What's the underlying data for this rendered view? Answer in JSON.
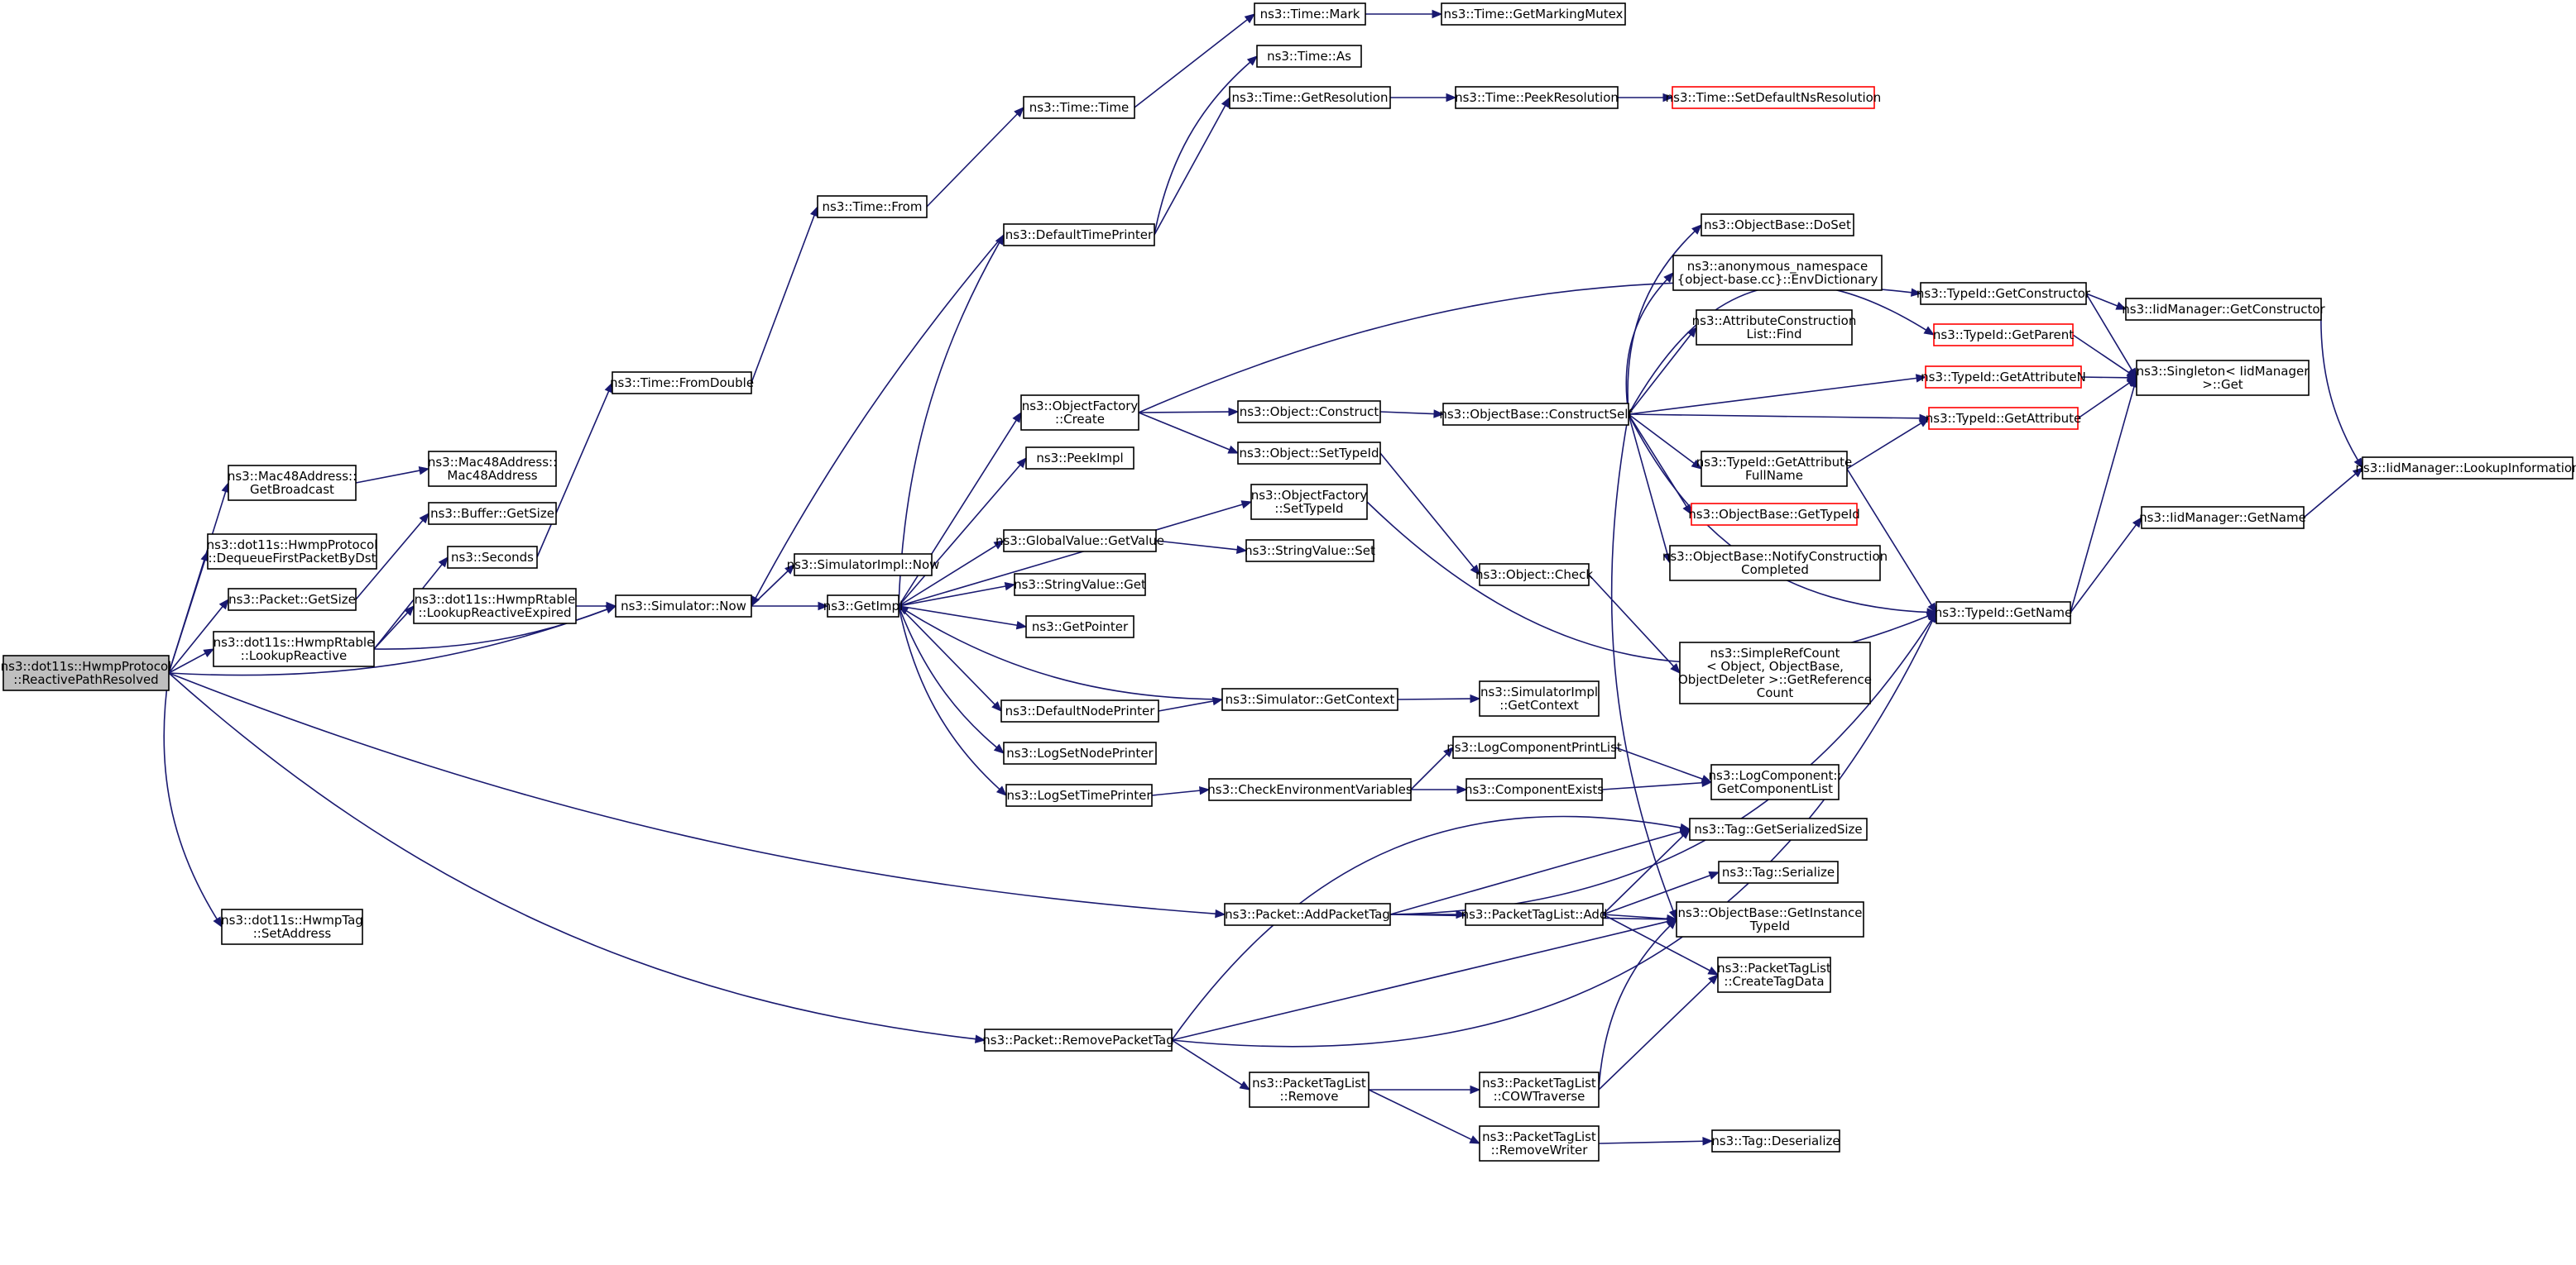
{
  "nodes": [
    {
      "id": "reactive_path_resolved",
      "lines": [
        "ns3::dot11s::HwmpProtocol",
        "::ReactivePathResolved"
      ],
      "root": true,
      "red": false
    },
    {
      "id": "mac48_get_broadcast",
      "lines": [
        "ns3::Mac48Address::",
        "GetBroadcast"
      ],
      "red": false
    },
    {
      "id": "mac48_address",
      "lines": [
        "ns3::Mac48Address::",
        "Mac48Address"
      ],
      "red": false
    },
    {
      "id": "dequeue_first_packet",
      "lines": [
        "ns3::dot11s::HwmpProtocol",
        "::DequeueFirstPacketByDst"
      ],
      "red": false
    },
    {
      "id": "buffer_get_size",
      "lines": [
        "ns3::Buffer::GetSize"
      ],
      "red": false
    },
    {
      "id": "packet_get_size",
      "lines": [
        "ns3::Packet::GetSize"
      ],
      "red": false
    },
    {
      "id": "seconds",
      "lines": [
        "ns3::Seconds"
      ],
      "red": false
    },
    {
      "id": "lookup_reactive",
      "lines": [
        "ns3::dot11s::HwmpRtable",
        "::LookupReactive"
      ],
      "red": false
    },
    {
      "id": "lookup_reactive_expired",
      "lines": [
        "ns3::dot11s::HwmpRtable",
        "::LookupReactiveExpired"
      ],
      "red": false
    },
    {
      "id": "hwmp_tag_set_address",
      "lines": [
        "ns3::dot11s::HwmpTag",
        "::SetAddress"
      ],
      "red": false
    },
    {
      "id": "time_from_double",
      "lines": [
        "ns3::Time::FromDouble"
      ],
      "red": false
    },
    {
      "id": "time_from",
      "lines": [
        "ns3::Time::From"
      ],
      "red": false
    },
    {
      "id": "time_time",
      "lines": [
        "ns3::Time::Time"
      ],
      "red": false
    },
    {
      "id": "time_mark",
      "lines": [
        "ns3::Time::Mark"
      ],
      "red": false
    },
    {
      "id": "time_get_marking_mutex",
      "lines": [
        "ns3::Time::GetMarkingMutex"
      ],
      "red": false
    },
    {
      "id": "time_as",
      "lines": [
        "ns3::Time::As"
      ],
      "red": false
    },
    {
      "id": "time_get_resolution",
      "lines": [
        "ns3::Time::GetResolution"
      ],
      "red": false
    },
    {
      "id": "time_peek_resolution",
      "lines": [
        "ns3::Time::PeekResolution"
      ],
      "red": false
    },
    {
      "id": "time_set_default_ns_resolution",
      "lines": [
        "ns3::Time::SetDefaultNsResolution"
      ],
      "red": true
    },
    {
      "id": "default_time_printer",
      "lines": [
        "ns3::DefaultTimePrinter"
      ],
      "red": false
    },
    {
      "id": "simulator_now",
      "lines": [
        "ns3::Simulator::Now"
      ],
      "red": false
    },
    {
      "id": "simulator_impl_now",
      "lines": [
        "ns3::SimulatorImpl::Now"
      ],
      "red": false
    },
    {
      "id": "get_impl",
      "lines": [
        "ns3::GetImpl"
      ],
      "red": false
    },
    {
      "id": "object_factory_create",
      "lines": [
        "ns3::ObjectFactory",
        "::Create"
      ],
      "red": false
    },
    {
      "id": "peek_impl",
      "lines": [
        "ns3::PeekImpl"
      ],
      "red": false
    },
    {
      "id": "global_value_get_value",
      "lines": [
        "ns3::GlobalValue::GetValue"
      ],
      "red": false
    },
    {
      "id": "string_value_get",
      "lines": [
        "ns3::StringValue::Get"
      ],
      "red": false
    },
    {
      "id": "get_pointer",
      "lines": [
        "ns3::GetPointer"
      ],
      "red": false
    },
    {
      "id": "default_node_printer",
      "lines": [
        "ns3::DefaultNodePrinter"
      ],
      "red": false
    },
    {
      "id": "log_set_node_printer",
      "lines": [
        "ns3::LogSetNodePrinter"
      ],
      "red": false
    },
    {
      "id": "log_set_time_printer",
      "lines": [
        "ns3::LogSetTimePrinter"
      ],
      "red": false
    },
    {
      "id": "object_construct",
      "lines": [
        "ns3::Object::Construct"
      ],
      "red": false
    },
    {
      "id": "object_set_type_id",
      "lines": [
        "ns3::Object::SetTypeId"
      ],
      "red": false
    },
    {
      "id": "object_factory_set_type_id",
      "lines": [
        "ns3::ObjectFactory",
        "::SetTypeId"
      ],
      "red": false
    },
    {
      "id": "string_value_set",
      "lines": [
        "ns3::StringValue::Set"
      ],
      "red": false
    },
    {
      "id": "simulator_get_context",
      "lines": [
        "ns3::Simulator::GetContext"
      ],
      "red": false
    },
    {
      "id": "check_environment_variables",
      "lines": [
        "ns3::CheckEnvironmentVariables"
      ],
      "red": false
    },
    {
      "id": "object_base_construct_self",
      "lines": [
        "ns3::ObjectBase::ConstructSelf"
      ],
      "red": false
    },
    {
      "id": "object_check",
      "lines": [
        "ns3::Object::Check"
      ],
      "red": false
    },
    {
      "id": "simulator_impl_get_context",
      "lines": [
        "ns3::SimulatorImpl",
        "::GetContext"
      ],
      "red": false
    },
    {
      "id": "log_component_print_list",
      "lines": [
        "ns3::LogComponentPrintList"
      ],
      "red": false
    },
    {
      "id": "component_exists",
      "lines": [
        "ns3::ComponentExists"
      ],
      "red": false
    },
    {
      "id": "object_base_do_set",
      "lines": [
        "ns3::ObjectBase::DoSet"
      ],
      "red": false
    },
    {
      "id": "env_dictionary",
      "lines": [
        "ns3::anonymous_namespace",
        "{object-base.cc}::EnvDictionary"
      ],
      "red": false
    },
    {
      "id": "attribute_construction_list_find",
      "lines": [
        "ns3::AttributeConstruction",
        "List::Find"
      ],
      "red": false
    },
    {
      "id": "type_id_get_attribute_full_name",
      "lines": [
        "ns3::TypeId::GetAttribute",
        "FullName"
      ],
      "red": false
    },
    {
      "id": "object_base_get_type_id",
      "lines": [
        "ns3::ObjectBase::GetTypeId"
      ],
      "red": true
    },
    {
      "id": "object_base_notify_construction_completed",
      "lines": [
        "ns3::ObjectBase::NotifyConstruction",
        "Completed"
      ],
      "red": false
    },
    {
      "id": "simple_ref_count_get_reference_count",
      "lines": [
        "ns3::SimpleRefCount",
        "< Object, ObjectBase,",
        "ObjectDeleter >::GetReference",
        "Count"
      ],
      "red": false
    },
    {
      "id": "log_component_get_component_list",
      "lines": [
        "ns3::LogComponent::",
        "GetComponentList"
      ],
      "red": false
    },
    {
      "id": "type_id_get_constructor",
      "lines": [
        "ns3::TypeId::GetConstructor"
      ],
      "red": false
    },
    {
      "id": "type_id_get_parent",
      "lines": [
        "ns3::TypeId::GetParent"
      ],
      "red": true
    },
    {
      "id": "type_id_get_attribute_n",
      "lines": [
        "ns3::TypeId::GetAttributeN"
      ],
      "red": true
    },
    {
      "id": "type_id_get_attribute",
      "lines": [
        "ns3::TypeId::GetAttribute"
      ],
      "red": true
    },
    {
      "id": "type_id_get_name",
      "lines": [
        "ns3::TypeId::GetName"
      ],
      "red": false
    },
    {
      "id": "iid_manager_get_constructor",
      "lines": [
        "ns3::IidManager::GetConstructor"
      ],
      "red": false
    },
    {
      "id": "singleton_iid_manager_get",
      "lines": [
        "ns3::Singleton< IidManager",
        ">::Get"
      ],
      "red": false
    },
    {
      "id": "iid_manager_get_name",
      "lines": [
        "ns3::IidManager::GetName"
      ],
      "red": false
    },
    {
      "id": "iid_manager_lookup_information",
      "lines": [
        "ns3::IidManager::LookupInformation"
      ],
      "red": false
    },
    {
      "id": "packet_add_packet_tag",
      "lines": [
        "ns3::Packet::AddPacketTag"
      ],
      "red": false
    },
    {
      "id": "packet_tag_list_add",
      "lines": [
        "ns3::PacketTagList::Add"
      ],
      "red": false
    },
    {
      "id": "tag_get_serialized_size",
      "lines": [
        "ns3::Tag::GetSerializedSize"
      ],
      "red": false
    },
    {
      "id": "tag_serialize",
      "lines": [
        "ns3::Tag::Serialize"
      ],
      "red": false
    },
    {
      "id": "object_base_get_instance_type_id",
      "lines": [
        "ns3::ObjectBase::GetInstance",
        "TypeId"
      ],
      "red": false
    },
    {
      "id": "packet_tag_list_create_tag_data",
      "lines": [
        "ns3::PacketTagList",
        "::CreateTagData"
      ],
      "red": false
    },
    {
      "id": "packet_remove_packet_tag",
      "lines": [
        "ns3::Packet::RemovePacketTag"
      ],
      "red": false
    },
    {
      "id": "packet_tag_list_remove",
      "lines": [
        "ns3::PacketTagList",
        "::Remove"
      ],
      "red": false
    },
    {
      "id": "packet_tag_list_cow_traverse",
      "lines": [
        "ns3::PacketTagList",
        "::COWTraverse"
      ],
      "red": false
    },
    {
      "id": "packet_tag_list_remove_writer",
      "lines": [
        "ns3::PacketTagList",
        "::RemoveWriter"
      ],
      "red": false
    },
    {
      "id": "tag_deserialize",
      "lines": [
        "ns3::Tag::Deserialize"
      ],
      "red": false
    }
  ],
  "edges": [
    [
      "reactive_path_resolved",
      "mac48_get_broadcast"
    ],
    [
      "reactive_path_resolved",
      "dequeue_first_packet"
    ],
    [
      "reactive_path_resolved",
      "packet_get_size"
    ],
    [
      "reactive_path_resolved",
      "lookup_reactive"
    ],
    [
      "reactive_path_resolved",
      "simulator_now"
    ],
    [
      "reactive_path_resolved",
      "hwmp_tag_set_address"
    ],
    [
      "reactive_path_resolved",
      "packet_add_packet_tag"
    ],
    [
      "reactive_path_resolved",
      "packet_remove_packet_tag"
    ],
    [
      "mac48_get_broadcast",
      "mac48_address"
    ],
    [
      "packet_get_size",
      "buffer_get_size"
    ],
    [
      "lookup_reactive",
      "seconds"
    ],
    [
      "lookup_reactive",
      "lookup_reactive_expired"
    ],
    [
      "lookup_reactive",
      "simulator_now"
    ],
    [
      "seconds",
      "time_from_double"
    ],
    [
      "lookup_reactive_expired",
      "simulator_now"
    ],
    [
      "time_from_double",
      "time_from"
    ],
    [
      "time_from",
      "time_time"
    ],
    [
      "time_time",
      "time_mark"
    ],
    [
      "time_mark",
      "time_get_marking_mutex"
    ],
    [
      "time_get_resolution",
      "time_peek_resolution"
    ],
    [
      "time_peek_resolution",
      "time_set_default_ns_resolution"
    ],
    [
      "default_time_printer",
      "time_as"
    ],
    [
      "default_time_printer",
      "time_get_resolution"
    ],
    [
      "default_time_printer",
      "simulator_now"
    ],
    [
      "simulator_now",
      "simulator_impl_now"
    ],
    [
      "simulator_now",
      "get_impl"
    ],
    [
      "get_impl",
      "default_time_printer"
    ],
    [
      "get_impl",
      "object_factory_create"
    ],
    [
      "get_impl",
      "peek_impl"
    ],
    [
      "get_impl",
      "object_factory_set_type_id"
    ],
    [
      "get_impl",
      "global_value_get_value"
    ],
    [
      "get_impl",
      "string_value_get"
    ],
    [
      "get_impl",
      "get_pointer"
    ],
    [
      "get_impl",
      "default_node_printer"
    ],
    [
      "get_impl",
      "log_set_node_printer"
    ],
    [
      "get_impl",
      "log_set_time_printer"
    ],
    [
      "object_factory_create",
      "object_construct"
    ],
    [
      "object_factory_create",
      "object_set_type_id"
    ],
    [
      "object_factory_create",
      "type_id_get_constructor"
    ],
    [
      "object_factory_set_type_id",
      "type_id_get_name"
    ],
    [
      "global_value_get_value",
      "string_value_set"
    ],
    [
      "default_node_printer",
      "simulator_get_context"
    ],
    [
      "simulator_get_context",
      "get_impl"
    ],
    [
      "simulator_get_context",
      "simulator_impl_get_context"
    ],
    [
      "log_set_time_printer",
      "check_environment_variables"
    ],
    [
      "check_environment_variables",
      "log_component_print_list"
    ],
    [
      "check_environment_variables",
      "component_exists"
    ],
    [
      "log_component_print_list",
      "log_component_get_component_list"
    ],
    [
      "component_exists",
      "log_component_get_component_list"
    ],
    [
      "object_construct",
      "object_base_construct_self"
    ],
    [
      "object_set_type_id",
      "object_check"
    ],
    [
      "object_check",
      "simple_ref_count_get_reference_count"
    ],
    [
      "object_base_construct_self",
      "object_base_do_set"
    ],
    [
      "object_base_construct_self",
      "env_dictionary"
    ],
    [
      "object_base_construct_self",
      "attribute_construction_list_find"
    ],
    [
      "object_base_construct_self",
      "type_id_get_parent"
    ],
    [
      "object_base_construct_self",
      "type_id_get_attribute_n"
    ],
    [
      "object_base_construct_self",
      "type_id_get_attribute"
    ],
    [
      "object_base_construct_self",
      "type_id_get_attribute_full_name"
    ],
    [
      "object_base_construct_self",
      "object_base_get_type_id"
    ],
    [
      "object_base_construct_self",
      "object_base_notify_construction_completed"
    ],
    [
      "object_base_construct_self",
      "type_id_get_name"
    ],
    [
      "object_base_construct_self",
      "object_base_get_instance_type_id"
    ],
    [
      "type_id_get_attribute_full_name",
      "type_id_get_attribute"
    ],
    [
      "type_id_get_attribute_full_name",
      "type_id_get_name"
    ],
    [
      "type_id_get_constructor",
      "iid_manager_get_constructor"
    ],
    [
      "type_id_get_constructor",
      "singleton_iid_manager_get"
    ],
    [
      "type_id_get_parent",
      "singleton_iid_manager_get"
    ],
    [
      "type_id_get_attribute_n",
      "singleton_iid_manager_get"
    ],
    [
      "type_id_get_attribute",
      "singleton_iid_manager_get"
    ],
    [
      "type_id_get_name",
      "singleton_iid_manager_get"
    ],
    [
      "type_id_get_name",
      "iid_manager_get_name"
    ],
    [
      "iid_manager_get_constructor",
      "iid_manager_lookup_information"
    ],
    [
      "iid_manager_get_name",
      "iid_manager_lookup_information"
    ],
    [
      "packet_add_packet_tag",
      "tag_get_serialized_size"
    ],
    [
      "packet_add_packet_tag",
      "packet_tag_list_add"
    ],
    [
      "packet_add_packet_tag",
      "object_base_get_instance_type_id"
    ],
    [
      "packet_add_packet_tag",
      "type_id_get_name"
    ],
    [
      "packet_tag_list_add",
      "tag_get_serialized_size"
    ],
    [
      "packet_tag_list_add",
      "tag_serialize"
    ],
    [
      "packet_tag_list_add",
      "object_base_get_instance_type_id"
    ],
    [
      "packet_tag_list_add",
      "packet_tag_list_create_tag_data"
    ],
    [
      "packet_remove_packet_tag",
      "tag_get_serialized_size"
    ],
    [
      "packet_remove_packet_tag",
      "object_base_get_instance_type_id"
    ],
    [
      "packet_remove_packet_tag",
      "packet_tag_list_remove"
    ],
    [
      "packet_remove_packet_tag",
      "type_id_get_name"
    ],
    [
      "packet_tag_list_remove",
      "packet_tag_list_cow_traverse"
    ],
    [
      "packet_tag_list_remove",
      "packet_tag_list_remove_writer"
    ],
    [
      "packet_tag_list_cow_traverse",
      "object_base_get_instance_type_id"
    ],
    [
      "packet_tag_list_cow_traverse",
      "packet_tag_list_create_tag_data"
    ],
    [
      "packet_tag_list_remove_writer",
      "tag_deserialize"
    ]
  ]
}
